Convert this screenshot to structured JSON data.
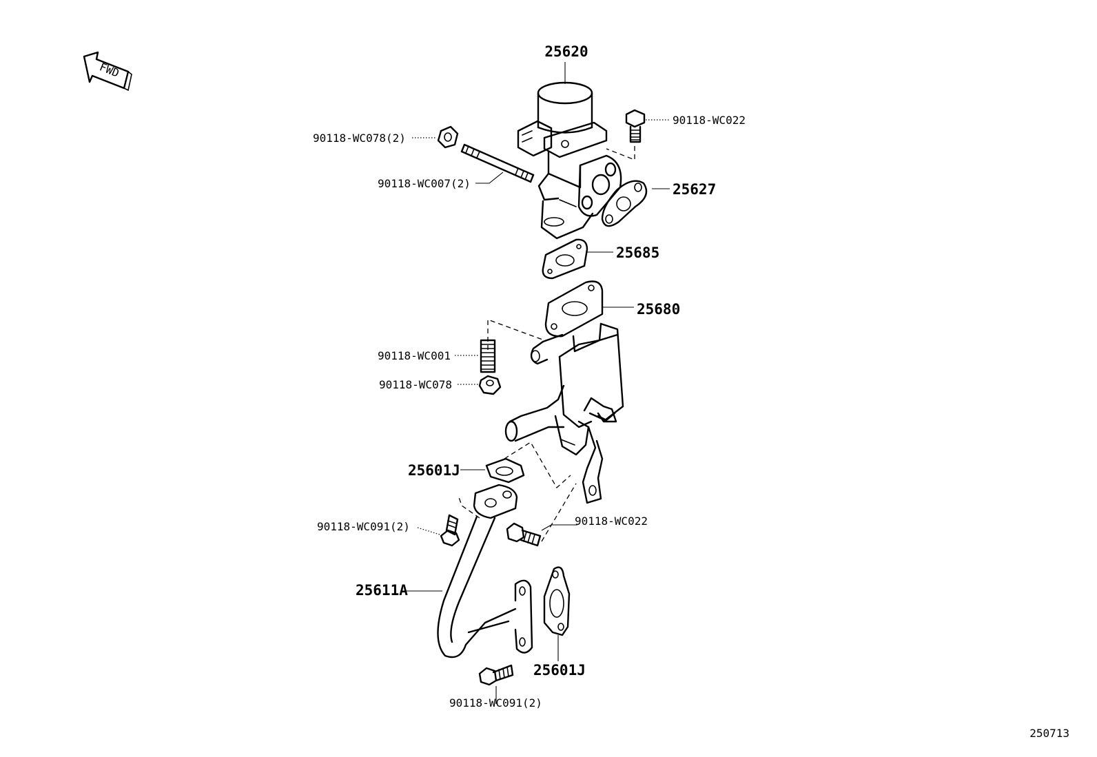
{
  "direction_marker": "FWD",
  "drawing_ref": "250713",
  "labels": {
    "p25620": "25620",
    "p90118_wc022_top": "90118-WC022",
    "p90118_wc078_2": "90118-WC078(2)",
    "p90118_wc007_2": "90118-WC007(2)",
    "p25627": "25627",
    "p25685": "25685",
    "p25680": "25680",
    "p90118_wc001": "90118-WC001",
    "p90118_wc078": "90118-WC078",
    "p25601j_top": "25601J",
    "p90118_wc091_left": "90118-WC091(2)",
    "p90118_wc022_bottom": "90118-WC022",
    "p25611a": "25611A",
    "p25601j_bottom": "25601J",
    "p90118_wc091_bottom": "90118-WC091(2)"
  }
}
